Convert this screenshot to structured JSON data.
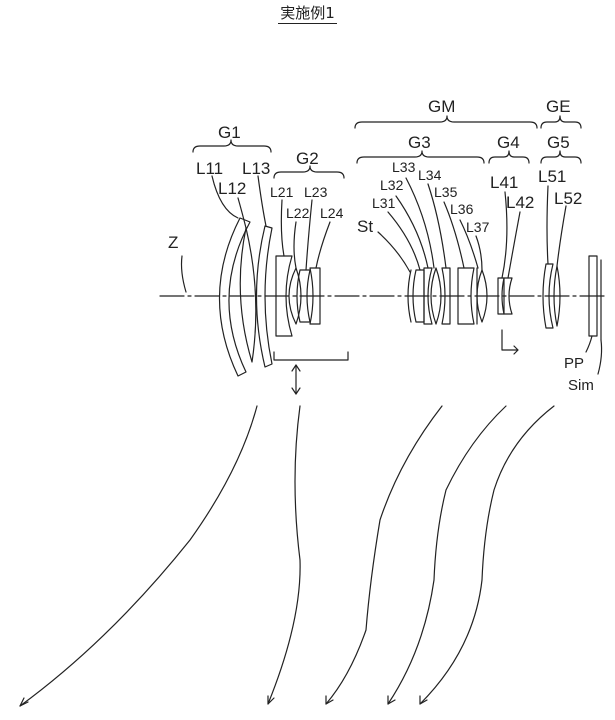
{
  "title": "実施例1",
  "axis_label": "Z",
  "group_labels": {
    "G1": "G1",
    "G2": "G2",
    "G3": "G3",
    "G4": "G4",
    "G5": "G5",
    "GM": "GM",
    "GE": "GE"
  },
  "lens_labels": {
    "L11": "L11",
    "L12": "L12",
    "L13": "L13",
    "L21": "L21",
    "L22": "L22",
    "L23": "L23",
    "L24": "L24",
    "L31": "L31",
    "L32": "L32",
    "L33": "L33",
    "L34": "L34",
    "L35": "L35",
    "L36": "L36",
    "L37": "L37",
    "L41": "L41",
    "L42": "L42",
    "L51": "L51",
    "L52": "L52"
  },
  "other_labels": {
    "St": "St",
    "PP": "PP",
    "Sim": "Sim"
  }
}
